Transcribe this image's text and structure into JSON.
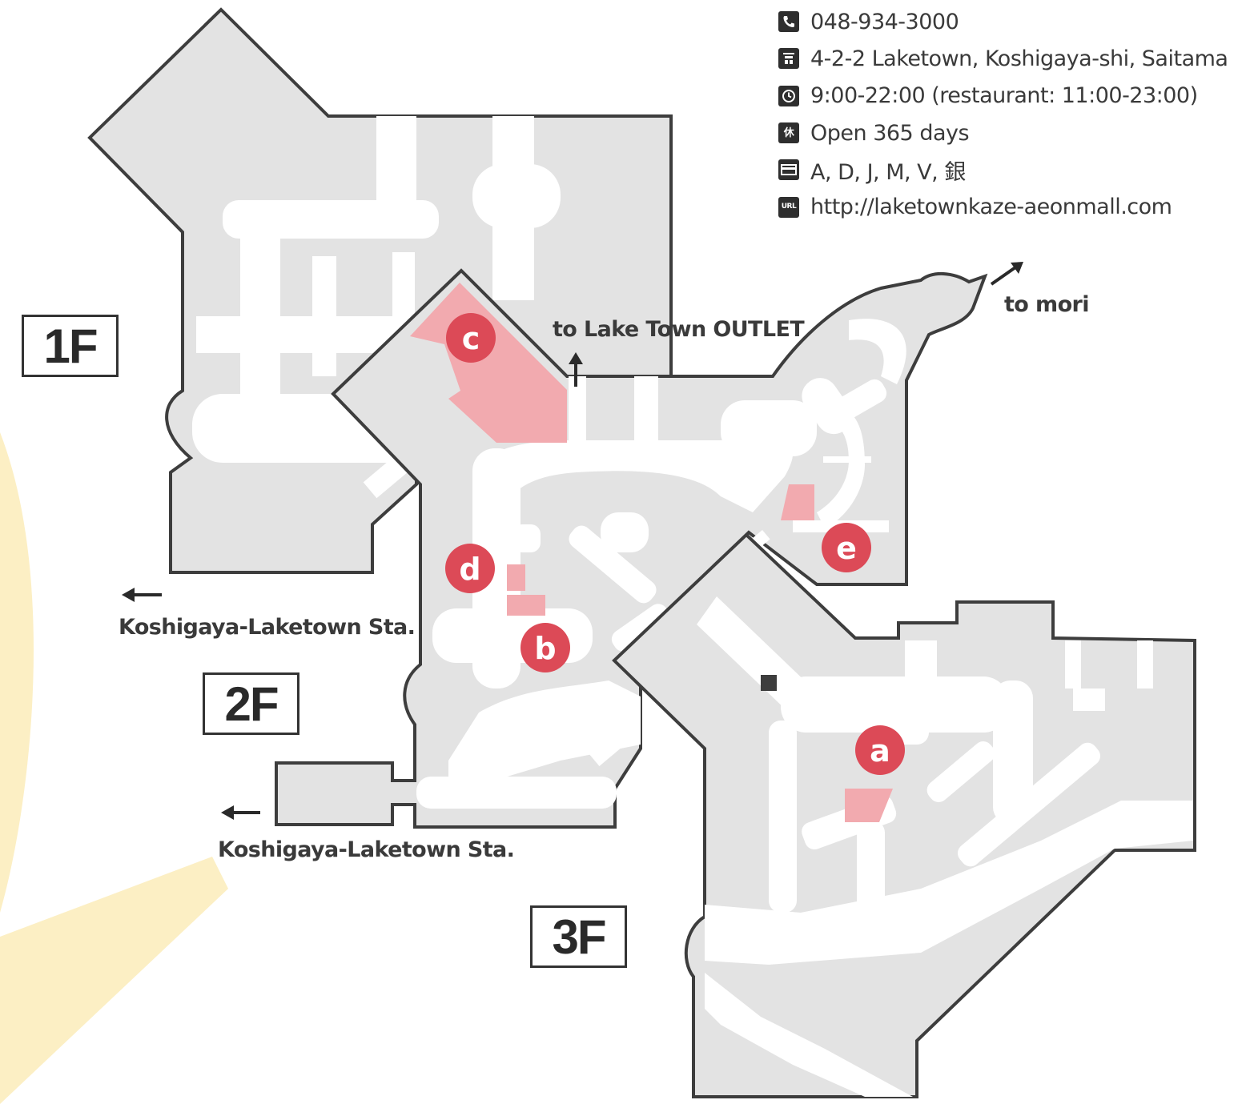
{
  "info": {
    "phone": {
      "icon": "phone-icon",
      "text": "048-934-3000"
    },
    "address": {
      "icon": "building-icon",
      "text": "4-2-2 Laketown, Koshigaya-shi, Saitama"
    },
    "hours": {
      "icon": "clock-icon",
      "text": "9:00-22:00 (restaurant: 11:00-23:00)"
    },
    "holidays": {
      "icon": "closed-day-icon",
      "icon_text": "休",
      "text": "Open 365 days"
    },
    "cards": {
      "icon": "credit-card-icon",
      "text": "A, D, J, M, V, 銀"
    },
    "url": {
      "icon": "url-icon",
      "icon_text": "URL",
      "text": "http://laketownkaze-aeonmall.com"
    }
  },
  "floors": [
    "1F",
    "2F",
    "3F"
  ],
  "directions": {
    "outlet": "to Lake Town OUTLET",
    "mori": "to mori",
    "station_1f": "Koshigaya-Laketown Sta.",
    "station_2f": "Koshigaya-Laketown Sta."
  },
  "markers": [
    "a",
    "b",
    "c",
    "d",
    "e"
  ],
  "colors": {
    "building": "#e3e3e3",
    "outline": "#3d3d3d",
    "walkway": "#ffffff",
    "highlight": "#f2aaaf",
    "marker": "#dc4a57",
    "beam": "#fcefc4"
  }
}
